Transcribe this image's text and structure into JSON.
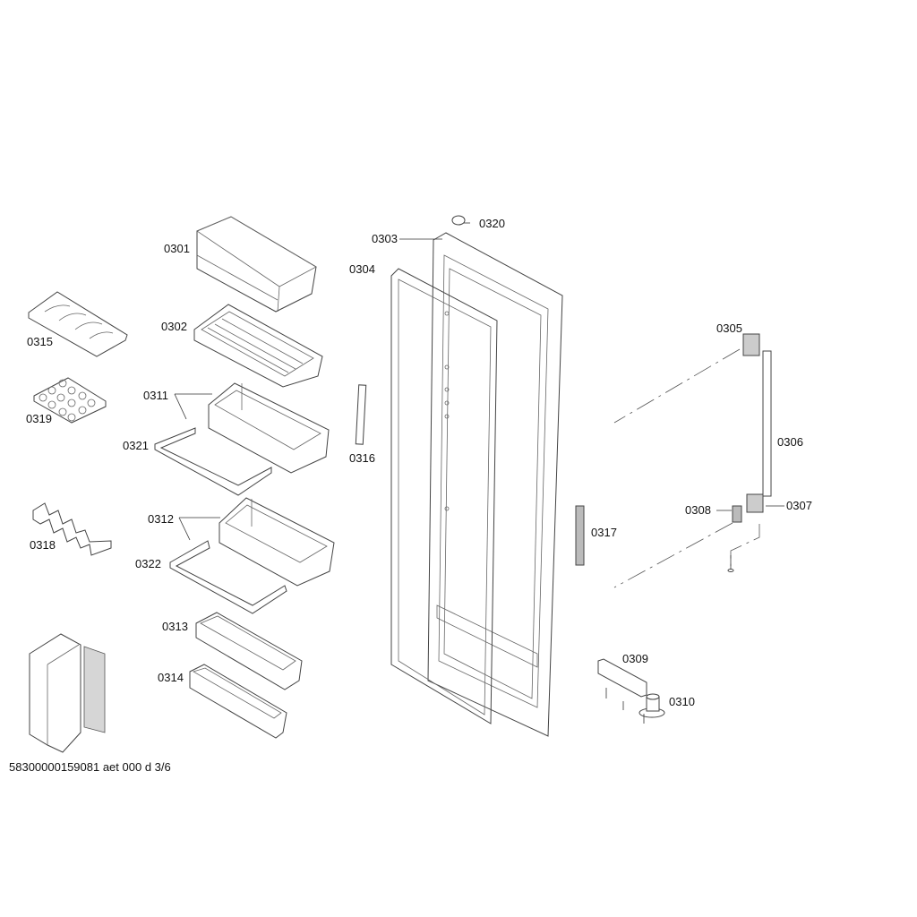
{
  "diagram": {
    "footer_code": "58300000159081 aet 000 d 3/6",
    "parts": {
      "p0301": "0301",
      "p0302": "0302",
      "p0303": "0303",
      "p0304": "0304",
      "p0305": "0305",
      "p0306": "0306",
      "p0307": "0307",
      "p0308": "0308",
      "p0309": "0309",
      "p0310": "0310",
      "p0311": "0311",
      "p0312": "0312",
      "p0313": "0313",
      "p0314": "0314",
      "p0315": "0315",
      "p0316": "0316",
      "p0317": "0317",
      "p0318": "0318",
      "p0319": "0319",
      "p0320": "0320",
      "p0321": "0321",
      "p0322": "0322"
    }
  }
}
